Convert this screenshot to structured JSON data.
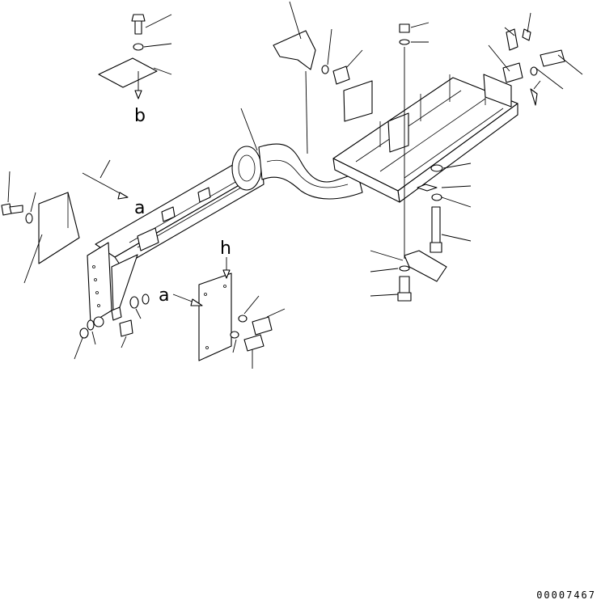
{
  "diagram": {
    "view_letters": {
      "view_b": "b",
      "view_a_left": "a",
      "view_a_right": "a",
      "view_h": "h"
    },
    "drawing_number": "00007467"
  }
}
